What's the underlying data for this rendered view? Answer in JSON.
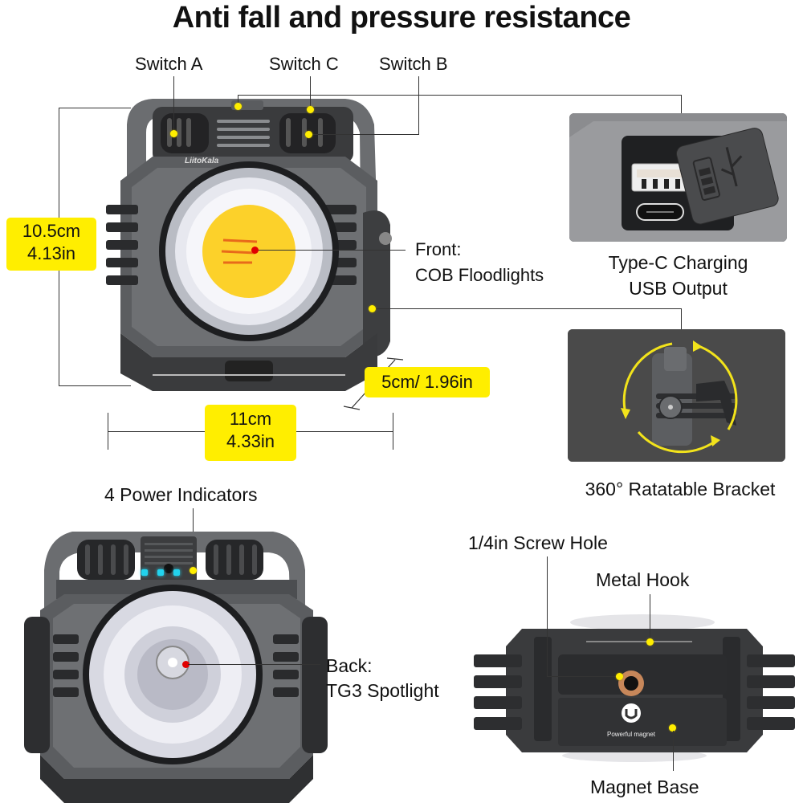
{
  "title": "Anti fall and pressure resistance",
  "brand": "LiitoKala",
  "callouts": {
    "switch_a": "Switch A",
    "switch_c": "Switch C",
    "switch_b": "Switch B",
    "front_line1": "Front:",
    "front_line2": "COB Floodlights",
    "typec_line1": "Type-C Charging",
    "typec_line2": "USB Output",
    "bracket": "360° Ratatable Bracket",
    "power_indicators": "4 Power Indicators",
    "back_line1": "Back:",
    "back_line2": "TG3 Spotlight",
    "screw_hole": "1/4in Screw Hole",
    "metal_hook": "Metal Hook",
    "magnet_base": "Magnet Base",
    "powerful_magnet": "Powerful magnet"
  },
  "dimensions": {
    "height_cm": "10.5cm",
    "height_in": "4.13in",
    "width_cm": "11cm",
    "width_in": "4.33in",
    "depth": "5cm/ 1.96in"
  },
  "indicators": {
    "count": 4,
    "colors": [
      "#22d3ee",
      "#22d3ee",
      "#22d3ee",
      "#22d3ee"
    ]
  },
  "colors": {
    "highlight_yellow": "#ffee00",
    "pointer_red": "#e00000",
    "body_gray": "#5b5d60",
    "panel_gray": "#4a4a4a",
    "cob_yellow": "#fcd12a"
  }
}
